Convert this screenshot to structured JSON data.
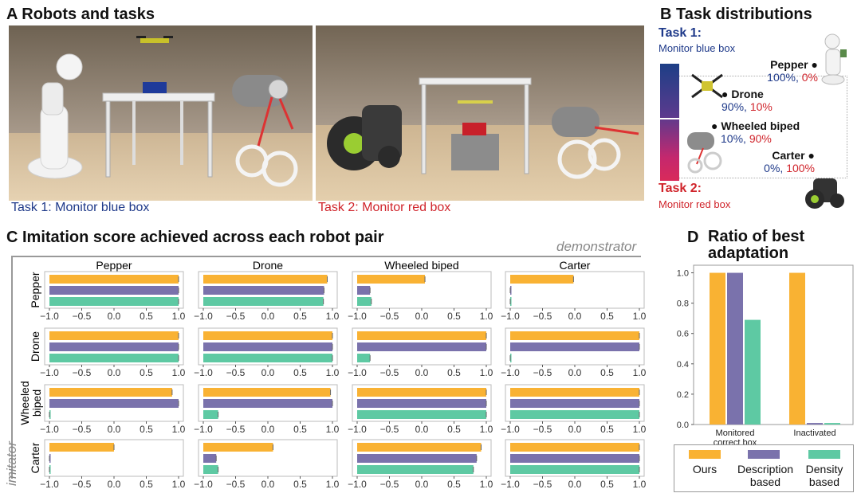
{
  "panelA": {
    "title": "A  Robots and tasks",
    "caption1": "Task 1: Monitor blue box",
    "caption2": "Task 2: Monitor red box"
  },
  "panelB": {
    "title": "B  Task distributions",
    "task1_head": "Task 1:",
    "task1_sub": "Monitor blue box",
    "task2_head": "Task 2:",
    "task2_sub": "Monitor red box",
    "robots": [
      {
        "name": "Pepper",
        "v1": "100%,",
        "v2": "0%"
      },
      {
        "name": "Drone",
        "v1": "90%,",
        "v2": "10%"
      },
      {
        "name": "Wheeled biped",
        "v1": "10%,",
        "v2": "90%"
      },
      {
        "name": "Carter",
        "v1": "0%,",
        "v2": "100%"
      }
    ],
    "colors": {
      "task1": "#1f3a8a",
      "task2": "#d0242b"
    }
  },
  "panelC": {
    "title": "C  Imitation score achieved across each robot pair",
    "demonstrator_label": "demonstrator",
    "imitator_label": "imitator"
  },
  "panelD": {
    "title_line1": "Ratio of best",
    "title_line2": "adaptation",
    "letter": "D"
  },
  "legend": {
    "ours": "Ours",
    "description_line1": "Description",
    "description_line2": "based",
    "density_line1": "Density",
    "density_line2": "based"
  },
  "colors": {
    "ours": "#f9b233",
    "description": "#7a72ac",
    "density": "#5ec9a3"
  },
  "chart_data": [
    {
      "type": "bar",
      "orientation": "horizontal",
      "title": "Imitation score achieved across each robot pair",
      "columns": [
        "Pepper",
        "Drone",
        "Wheeled biped",
        "Carter"
      ],
      "rows": [
        "Pepper",
        "Drone",
        "Wheeled\nbiped",
        "Carter"
      ],
      "column_axis_label": "demonstrator",
      "row_axis_label": "imitator",
      "xlim": [
        -1.0,
        1.0
      ],
      "xticks": [
        "−1.0",
        "−0.5",
        "0.0",
        "0.5",
        "1.0"
      ],
      "series": [
        {
          "name": "Ours",
          "values": [
            [
              1.0,
              0.92,
              0.05,
              -0.02
            ],
            [
              1.0,
              1.0,
              1.0,
              1.0
            ],
            [
              0.9,
              0.97,
              1.0,
              1.0
            ],
            [
              0.0,
              0.08,
              0.92,
              1.0
            ]
          ]
        },
        {
          "name": "Description based",
          "values": [
            [
              1.0,
              0.87,
              -0.8,
              -1.0
            ],
            [
              1.0,
              1.0,
              1.0,
              1.0
            ],
            [
              1.0,
              1.0,
              1.0,
              1.0
            ],
            [
              -1.0,
              -0.8,
              0.85,
              1.0
            ]
          ]
        },
        {
          "name": "Density based",
          "values": [
            [
              1.0,
              0.86,
              -0.78,
              -1.0
            ],
            [
              1.0,
              1.0,
              -0.8,
              -1.0
            ],
            [
              -1.0,
              -0.77,
              1.0,
              1.0
            ],
            [
              -1.0,
              -0.77,
              0.8,
              1.0
            ]
          ]
        }
      ]
    },
    {
      "type": "bar",
      "title": "Ratio of best adaptation",
      "categories": [
        "Monitored correct box",
        "Inactivated"
      ],
      "category_labels": [
        [
          "Monitored",
          "correct box"
        ],
        [
          "Inactivated"
        ]
      ],
      "ylim": [
        0,
        1.05
      ],
      "yticks": [
        "0.0",
        "0.2",
        "0.4",
        "0.6",
        "0.8",
        "1.0"
      ],
      "series": [
        {
          "name": "Ours",
          "values": [
            1.0,
            1.0
          ]
        },
        {
          "name": "Description based",
          "values": [
            1.0,
            0.01
          ]
        },
        {
          "name": "Density based",
          "values": [
            0.69,
            0.01
          ]
        }
      ],
      "legend": "bottom"
    }
  ]
}
